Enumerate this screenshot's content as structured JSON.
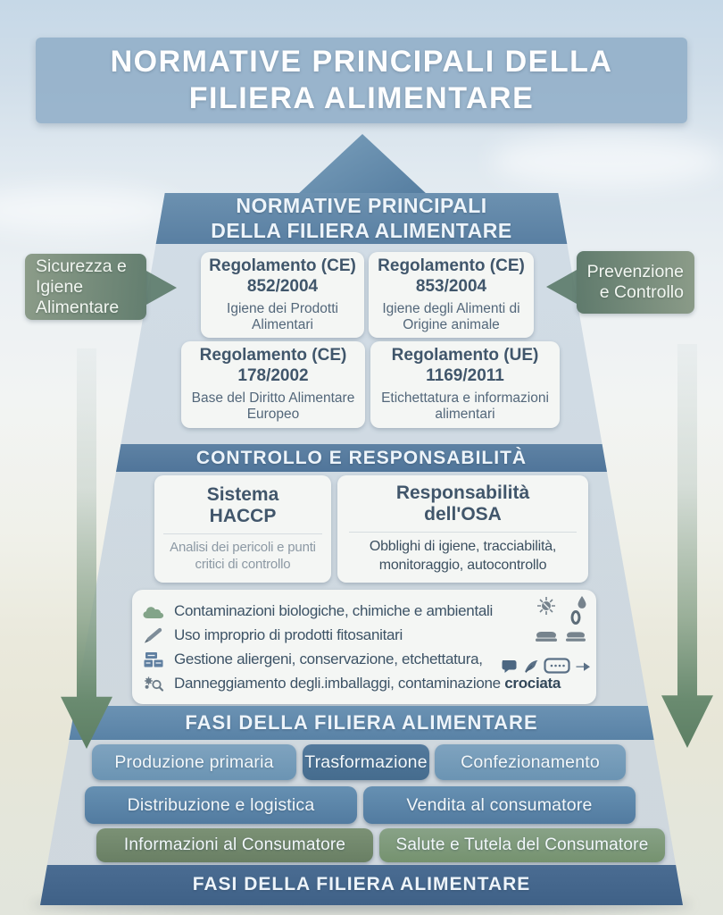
{
  "title": {
    "line1": "NORMATIVE PRINCIPALI DELLA",
    "line2": "FILIERA ALIMENTARE"
  },
  "pyramid_top": {
    "line1": "NORMATIVE PRINCIPALI",
    "line2": "DELLA FILIERA ALIMENTARE"
  },
  "side_labels": {
    "left": "Sicurezza e Igiene Alimentare",
    "right": "Prevenzione e Controllo"
  },
  "regulations": [
    {
      "name": "Regolamento (CE)",
      "number": "852/2004",
      "subtitle": "Igiene dei Prodotti Alimentari"
    },
    {
      "name": "Regolamento (CE)",
      "number": "853/2004",
      "subtitle": "Igiene degli Alimenti di Origine animale"
    },
    {
      "name": "Regolamento (CE)",
      "number": "178/2002",
      "subtitle": "Base del Diritto Alimentare Europeo"
    },
    {
      "name": "Regolamento (UE)",
      "number": "1169/2011",
      "subtitle": "Etichettatura e informazioni alimentari"
    }
  ],
  "control_band": "CONTROLLO E RESPONSABILITÀ",
  "control_cards": [
    {
      "title": "Sistema HACCP",
      "subtitle": "Analisi dei pericoli e punti critici di controllo"
    },
    {
      "title": "Responsabilità dell'OSA",
      "subtitle": "Obblighi di igiene, tracciabilità, monitoraggio, autocontrollo"
    }
  ],
  "risks": [
    {
      "icon": "contamination-cloud-icon",
      "text": "Contaminazioni biologiche, chimiche e ambientali"
    },
    {
      "icon": "pesticide-pen-icon",
      "text": "Uso improprio di prodotti fitosanitari"
    },
    {
      "icon": "allergen-storage-icon",
      "text": "Gestione aliergeni, conservazione, etchettatura,"
    },
    {
      "icon": "damage-inspection-icon",
      "text": "Danneggiamento degli.imballaggi, contaminazione",
      "text_bold": "crociata"
    }
  ],
  "stages_band": "FASI DELLA FILIERA ALIMENTARE",
  "stages": {
    "row1": [
      "Produzione primaria",
      "Trasformazione",
      "Confezionamento"
    ],
    "row2": [
      "Distribuzione e logistica",
      "Vendita al consumatore"
    ],
    "row3": [
      "Informazioni al Consumatore",
      "Salute e Tutela del Consumatore"
    ]
  },
  "bottom_band": "FASI DELLA FILIERA ALIMENTARE",
  "colors": {
    "band_blue": "#5d84a6",
    "band_slate": "#54779a",
    "band_dark": "#44658c",
    "accent_green": "#6f8f7a",
    "card_bg": "#f4f6f4"
  }
}
